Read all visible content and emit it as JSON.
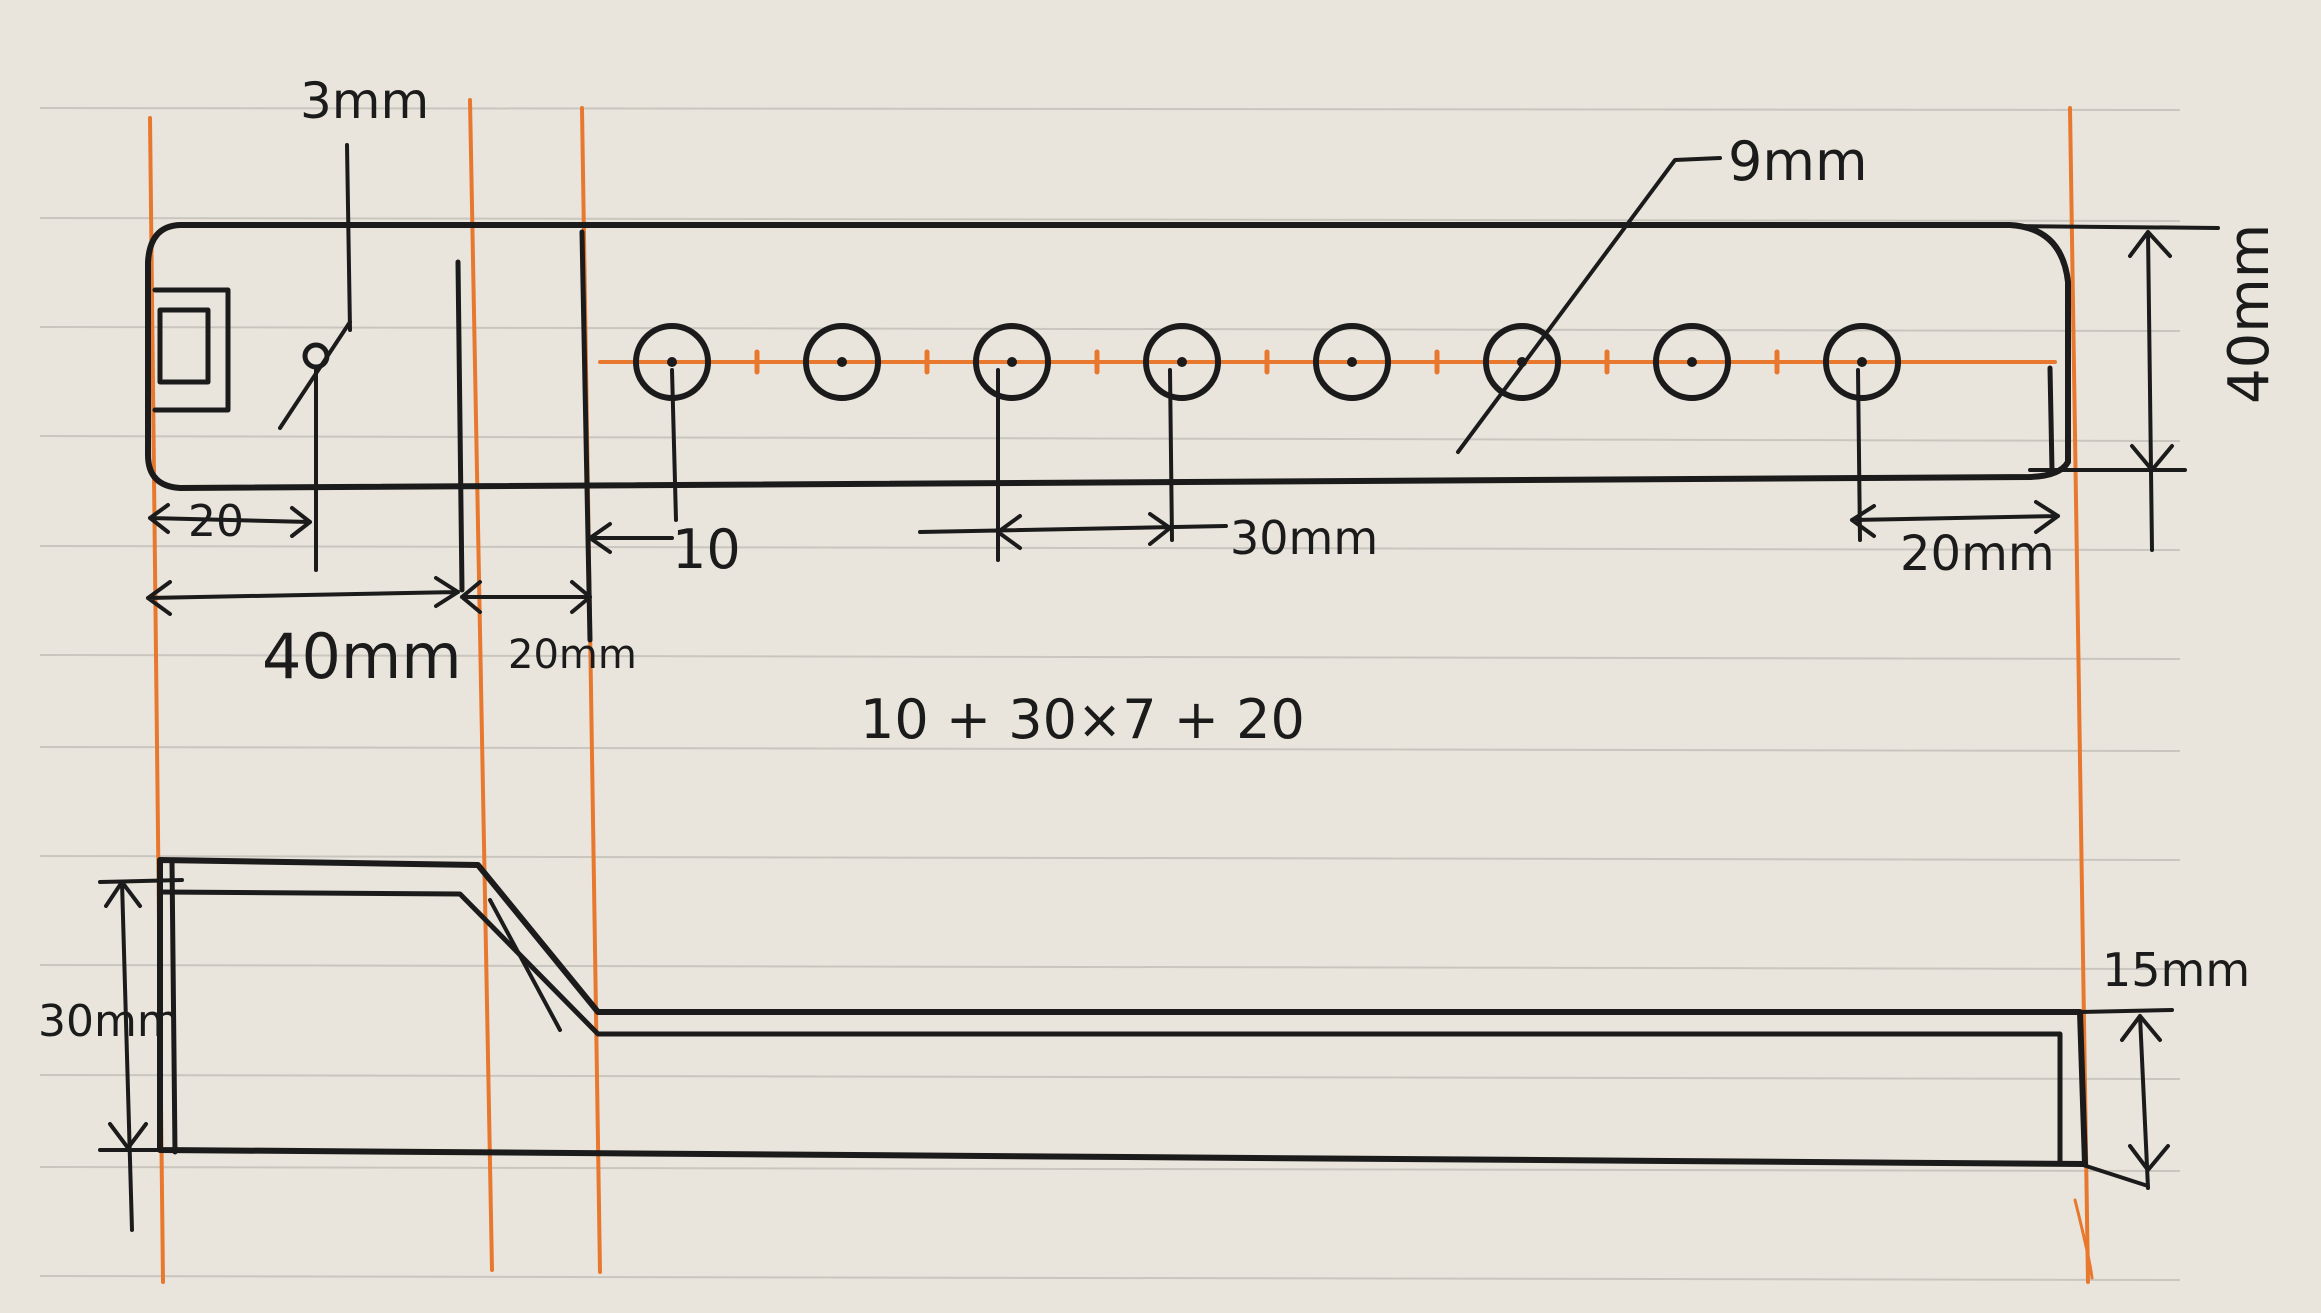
{
  "colors": {
    "paper": "#e9e5dc",
    "rule": "#c9c6c0",
    "ink": "#1b1b1b",
    "guide": "#e8782e"
  },
  "top_view": {
    "labels": {
      "small_hole": "3mm",
      "large_hole": "9mm",
      "height": "40mm",
      "dim_left_small": "20",
      "dim_left": "40mm",
      "dim_gap": "20mm",
      "dim_start": "10",
      "dim_pitch": "30mm",
      "dim_end": "20mm"
    },
    "hole_count": 8
  },
  "formula": "10 + 30×7 + 20",
  "side_view": {
    "labels": {
      "height_left": "30mm",
      "height_right": "15mm"
    }
  }
}
